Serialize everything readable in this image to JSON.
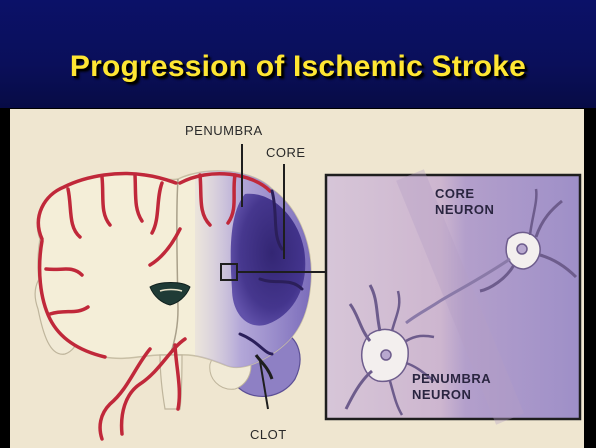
{
  "slide": {
    "title": "Progression of Ischemic Stroke"
  },
  "figure": {
    "labels": {
      "penumbra": "PENUMBRA",
      "core": "CORE",
      "clot": "CLOT"
    },
    "inset": {
      "core_neuron_line1": "CORE",
      "core_neuron_line2": "NEURON",
      "penumbra_neuron_line1": "PENUMBRA",
      "penumbra_neuron_line2": "NEURON"
    }
  },
  "colors": {
    "title_bar": "#0b1168",
    "title_text": "#ffe633",
    "background": "#efe6d0",
    "brain_tissue": "#f4eed8",
    "artery": "#c0283a",
    "ischemic_core": "#3b2b82",
    "penumbra": "#9d8fd0"
  }
}
